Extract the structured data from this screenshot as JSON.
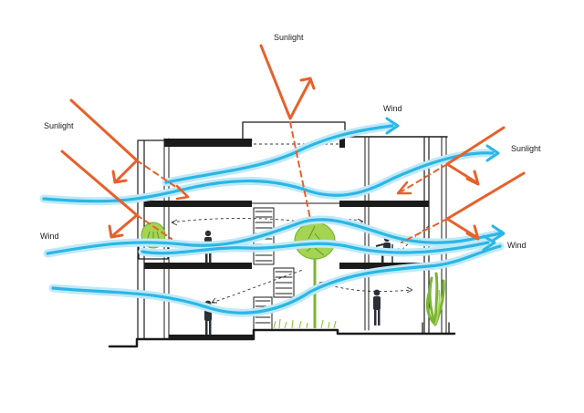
{
  "labels": {
    "sunlight_top": "Sunlight",
    "sunlight_left": "Sunlight",
    "sunlight_right": "Sunlight",
    "wind_top": "Wind",
    "wind_left": "Wind",
    "wind_right": "Wind"
  },
  "colors": {
    "sunlight": "#e8602a",
    "wind": "#2bb6e6",
    "wind_glow": "#bfe9f7",
    "ink": "#1b1b1b",
    "plant": "#8cc63f",
    "person": "#2b2f36"
  }
}
